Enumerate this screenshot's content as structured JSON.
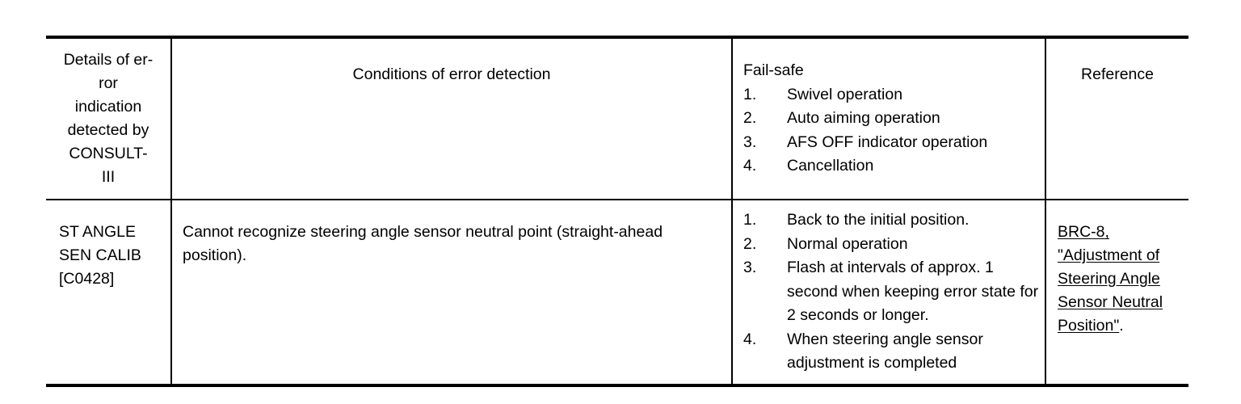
{
  "table": {
    "headers": {
      "code": "Details of error indication detected by CONSULT-III",
      "code_lines": [
        "Details of er-",
        "ror",
        "indication",
        "detected by",
        "CONSULT-",
        "III"
      ],
      "conditions": "Conditions of error detection",
      "failsafe_label": "Fail-safe",
      "failsafe_items": [
        {
          "num": "1.",
          "text": "Swivel operation"
        },
        {
          "num": "2.",
          "text": "Auto aiming operation"
        },
        {
          "num": "3.",
          "text": "AFS OFF indicator operation"
        },
        {
          "num": "4.",
          "text": "Cancellation"
        }
      ],
      "reference": "Reference"
    },
    "rows": [
      {
        "code_lines": [
          "ST ANGLE",
          "SEN CALIB",
          "[C0428]"
        ],
        "code": "ST ANGLE SEN CALIB [C0428]",
        "conditions": "Cannot recognize steering angle sensor neutral point (straight-ahead position).",
        "failsafe_items": [
          {
            "num": "1.",
            "text": "Back to the initial position."
          },
          {
            "num": "2.",
            "text": "Normal operation"
          },
          {
            "num": "3.",
            "text": "Flash at intervals of approx. 1 second when keeping error state for 2 seconds or longer."
          },
          {
            "num": "4.",
            "text": "When steering angle sensor adjustment is completed"
          }
        ],
        "reference_link": "BRC-8, \"Adjustment of Steering Angle Sensor Neutral Position\"",
        "reference_tail": "."
      }
    ]
  },
  "colors": {
    "rule": "#000000",
    "text": "#000000",
    "background": "#ffffff"
  }
}
